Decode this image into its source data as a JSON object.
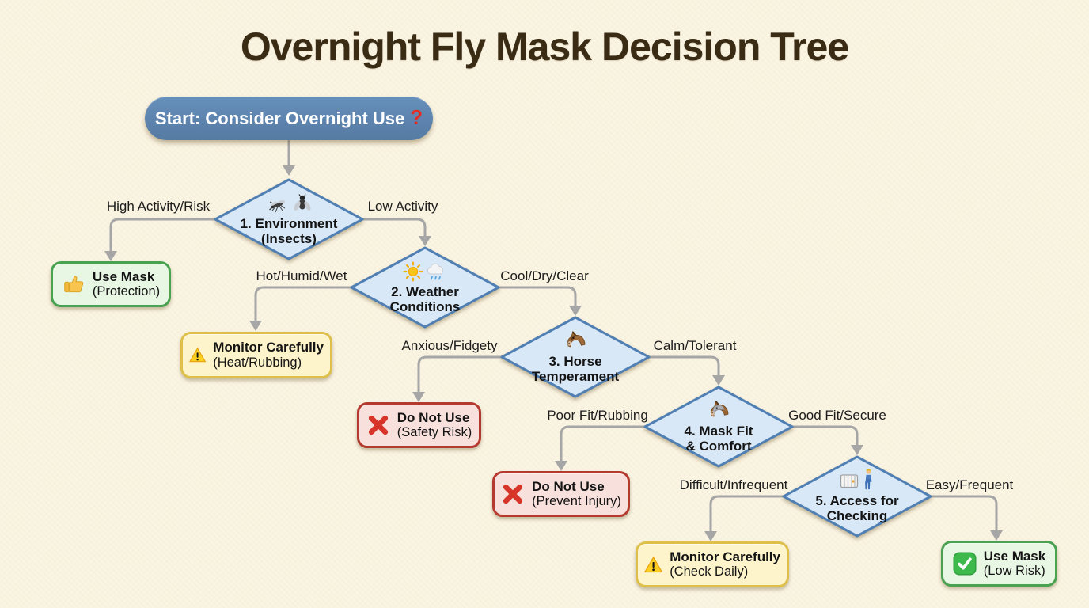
{
  "title": "Overnight Fly Mask Decision Tree",
  "nodes": {
    "start": {
      "label": "Start: Consider Overnight Use",
      "icon": "red-question-mark",
      "icon_char": "?"
    },
    "environment": {
      "line1": "1. Environment",
      "line2": "(Insects)",
      "icons": [
        "mosquito",
        "fly"
      ]
    },
    "weather": {
      "line1": "2. Weather",
      "line2": "Conditions",
      "icons": [
        "sun",
        "rain-cloud"
      ]
    },
    "temperament": {
      "line1": "3. Horse",
      "line2": "Temperament",
      "icons": [
        "horse-head"
      ]
    },
    "mask_fit": {
      "line1": "4. Mask Fit",
      "line2": "& Comfort",
      "icons": [
        "horse-head-with-fly-mask"
      ]
    },
    "access": {
      "line1": "5. Access for",
      "line2": "Checking",
      "icons": [
        "gate",
        "person-standing"
      ]
    },
    "use_mask_protection": {
      "title": "Use Mask",
      "subtitle": "(Protection)",
      "icon": "thumbs-up",
      "style": "positive"
    },
    "monitor_heat_rubbing": {
      "title": "Monitor Carefully",
      "subtitle": "(Heat/Rubbing)",
      "icon": "warning-triangle",
      "style": "caution"
    },
    "do_not_use_safety": {
      "title": "Do Not Use",
      "subtitle": "(Safety Risk)",
      "icon": "red-cross",
      "style": "negative"
    },
    "do_not_use_injury": {
      "title": "Do Not Use",
      "subtitle": "(Prevent Injury)",
      "icon": "red-cross",
      "style": "negative"
    },
    "monitor_check_daily": {
      "title": "Monitor Carefully",
      "subtitle": "(Check Daily)",
      "icon": "warning-triangle",
      "style": "caution"
    },
    "use_mask_low_risk": {
      "title": "Use Mask",
      "subtitle": "(Low Risk)",
      "icon": "green-check",
      "style": "positive"
    }
  },
  "edges": [
    {
      "from": "start",
      "to": "environment",
      "label": ""
    },
    {
      "from": "environment",
      "to": "use_mask_protection",
      "label": "High Activity/Risk"
    },
    {
      "from": "environment",
      "to": "weather",
      "label": "Low Activity"
    },
    {
      "from": "weather",
      "to": "monitor_heat_rubbing",
      "label": "Hot/Humid/Wet"
    },
    {
      "from": "weather",
      "to": "temperament",
      "label": "Cool/Dry/Clear"
    },
    {
      "from": "temperament",
      "to": "do_not_use_safety",
      "label": "Anxious/Fidgety"
    },
    {
      "from": "temperament",
      "to": "mask_fit",
      "label": "Calm/Tolerant"
    },
    {
      "from": "mask_fit",
      "to": "do_not_use_injury",
      "label": "Poor Fit/Rubbing"
    },
    {
      "from": "mask_fit",
      "to": "access",
      "label": "Good Fit/Secure"
    },
    {
      "from": "access",
      "to": "monitor_check_daily",
      "label": "Difficult/Infrequent"
    },
    {
      "from": "access",
      "to": "use_mask_low_risk",
      "label": "Easy/Frequent"
    }
  ],
  "colors": {
    "background": "#FAF4E3",
    "title_text": "#3A2B15",
    "start_fill": "#5B84B0",
    "decision_fill": "#D9E8F7",
    "decision_border": "#4F7FB3",
    "positive_fill": "#E8F6E4",
    "positive_border": "#49A24F",
    "caution_fill": "#FDF4CB",
    "caution_border": "#DDBF4A",
    "negative_fill": "#F8E0DC",
    "negative_border": "#B43A2F",
    "connector": "#A6A6A6"
  }
}
